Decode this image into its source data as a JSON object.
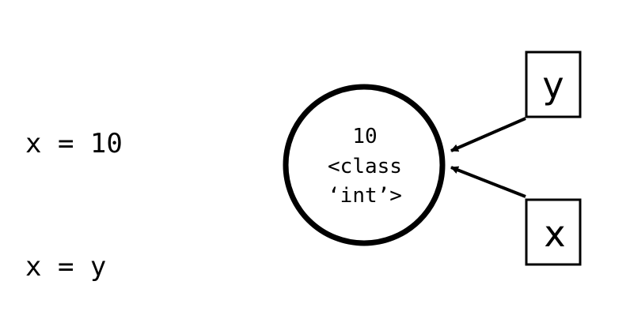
{
  "code": {
    "lines": [
      "x = 10",
      "x = y"
    ]
  },
  "object": {
    "value": "10",
    "type_line1": "<class",
    "type_line2": "‘int’>"
  },
  "variables": {
    "y": "y",
    "x": "x"
  },
  "colors": {
    "ink": "#000000",
    "background": "#ffffff"
  }
}
